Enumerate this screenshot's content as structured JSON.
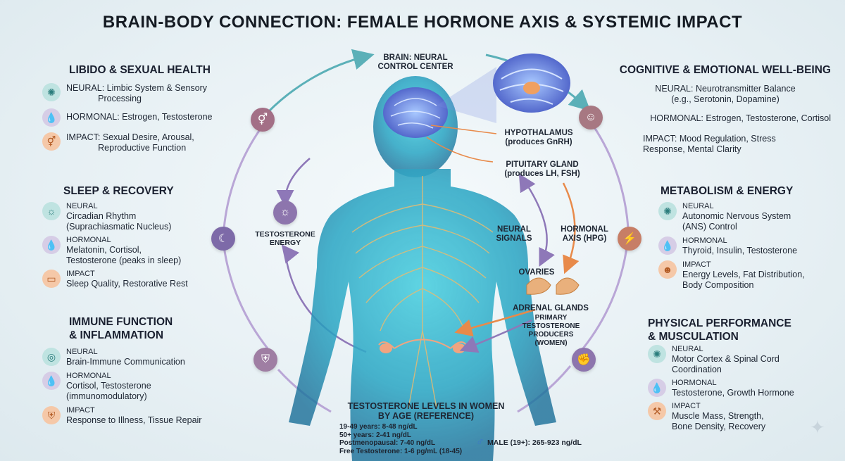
{
  "title": "BRAIN-BODY CONNECTION: FEMALE HORMONE AXIS & SYSTEMIC IMPACT",
  "center": {
    "brain_label": "BRAIN: NEURAL\nCONTROL CENTER",
    "hypothalamus": "HYPOTHALAMUS\n(produces GnRH)",
    "pituitary": "PITUITARY GLAND\n(produces LH, FSH)",
    "neural_signals": "NEURAL\nSIGNALS",
    "hormonal_axis": "HORMONAL\nAXIS (HPG)",
    "ovaries": "OVARIES",
    "adrenal": "ADRENAL GLANDS",
    "primary": "PRIMARY\nTESTOSTERONE\nPRODUCERS\n(WOMEN)",
    "testosterone_energy": "TESTOSTERONE\nENERGY"
  },
  "libido": {
    "title": "LIBIDO & SEXUAL HEALTH",
    "neural": "NEURAL: Limbic System & Sensory\n             Processing",
    "hormonal": "HORMONAL: Estrogen, Testosterone",
    "impact": "IMPACT: Sexual Desire, Arousal,\n             Reproductive Function"
  },
  "sleep": {
    "title": "SLEEP & RECOVERY",
    "neural_h": "NEURAL",
    "neural": "Circadian Rhythm\n(Suprachiasmatic Nucleus)",
    "hormonal_h": "HORMONAL",
    "hormonal": "Melatonin, Cortisol,\nTestosterone (peaks in sleep)",
    "impact_h": "IMPACT",
    "impact": "Sleep Quality, Restorative Rest"
  },
  "immune": {
    "title": "IMMUNE FUNCTION\n& INFLAMMATION",
    "neural_h": "NEURAL",
    "neural": "Brain-Immune Communication",
    "hormonal_h": "HORMONAL",
    "hormonal": "Cortisol, Testosterone\n(immunomodulatory)",
    "impact_h": "IMPACT",
    "impact": "Response to Illness, Tissue Repair"
  },
  "cognitive": {
    "title": "COGNITIVE & EMOTIONAL WELL-BEING",
    "neural": "NEURAL: Neurotransmitter Balance\n(e.g., Serotonin, Dopamine)",
    "hormonal": "HORMONAL: Estrogen, Testosterone, Cortisol",
    "impact": "IMPACT: Mood Regulation, Stress\nResponse, Mental Clarity"
  },
  "metabolism": {
    "title": "METABOLISM & ENERGY",
    "neural_h": "NEURAL",
    "neural": "Autonomic Nervous System\n(ANS) Control",
    "hormonal_h": "HORMONAL",
    "hormonal": "Thyroid, Insulin, Testosterone",
    "impact_h": "IMPACT",
    "impact": "Energy Levels, Fat Distribution,\nBody Composition"
  },
  "physical": {
    "title": "PHYSICAL PERFORMANCE\n& MUSCULATION",
    "neural_h": "NEURAL",
    "neural": "Motor Cortex & Spinal Cord\nCoordination",
    "hormonal_h": "HORMONAL",
    "hormonal": "Testosterone, Growth Hormone",
    "impact_h": "IMPACT",
    "impact": "Muscle Mass, Strength,\nBone Density, Recovery"
  },
  "levels": {
    "title": "TESTOSTERONE LEVELS IN WOMEN\nBY AGE (REFERENCE)",
    "l1": "19-49 years: 8-48 ng/dL",
    "l2": "50+ years: 2-41 ng/dL",
    "l3": "Postmenopausal: 7-40 ng/dL",
    "l4": "Free Testosterone: 1-6 pg/mL (18-45)",
    "male": "MALE (19+): 265-923 ng/dL"
  }
}
